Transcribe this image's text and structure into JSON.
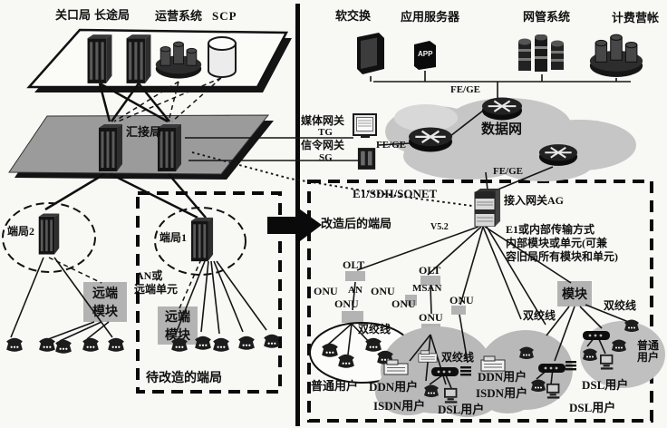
{
  "diagram": {
    "left": {
      "gateway_office": "关口局",
      "toll_office": "长途局",
      "operation_system": "运营系统",
      "scp": "SCP",
      "tandem_office": "汇接局",
      "end_office_2": "端局2",
      "end_office_1": "端局1",
      "an_note_line1": "AN或",
      "an_note_line2": "远端单元",
      "remote_module_line1": "远端",
      "remote_module_line2": "模块",
      "old_office_caption": "待改造的端局"
    },
    "right": {
      "softswitch": "软交换",
      "app_server": "应用服务器",
      "app_badge": "APP",
      "nms": "网管系统",
      "billing": "计费营帐",
      "fe_ge": "FE/GE",
      "media_gw_line1": "媒体网关",
      "media_gw_line2": "TG",
      "sig_gw_line1": "信令网关",
      "sig_gw_line2": "SG",
      "data_network": "数据网",
      "e1_sdh_sonet": "E1/SDH/SONET",
      "new_office_caption": "改造后的端局",
      "v52": "V5.2",
      "access_gateway": "接入网关AG",
      "ag_note_line1": "E1或内部传输方式",
      "ag_note_line2": "内部模块或单元(可兼",
      "ag_note_line3": "容旧局所有模块和单元)",
      "olt": "OLT",
      "onu": "ONU",
      "an": "AN",
      "msan": "MSAN",
      "module": "模块",
      "twisted_pair": "双绞线",
      "ordinary_users": "普通用户",
      "ordinary_line1": "普通",
      "ordinary_line2": "用户",
      "ddn_users": "DDN用户",
      "isdn_users": "ISDN用户",
      "dsl_users": "DSL用户"
    },
    "colors": {
      "divider": "#0a0a0a",
      "plane_gray": "#9b9b9b",
      "cloud_gray": "#c4c4c4",
      "box_gray": "#b3b3b3"
    }
  }
}
